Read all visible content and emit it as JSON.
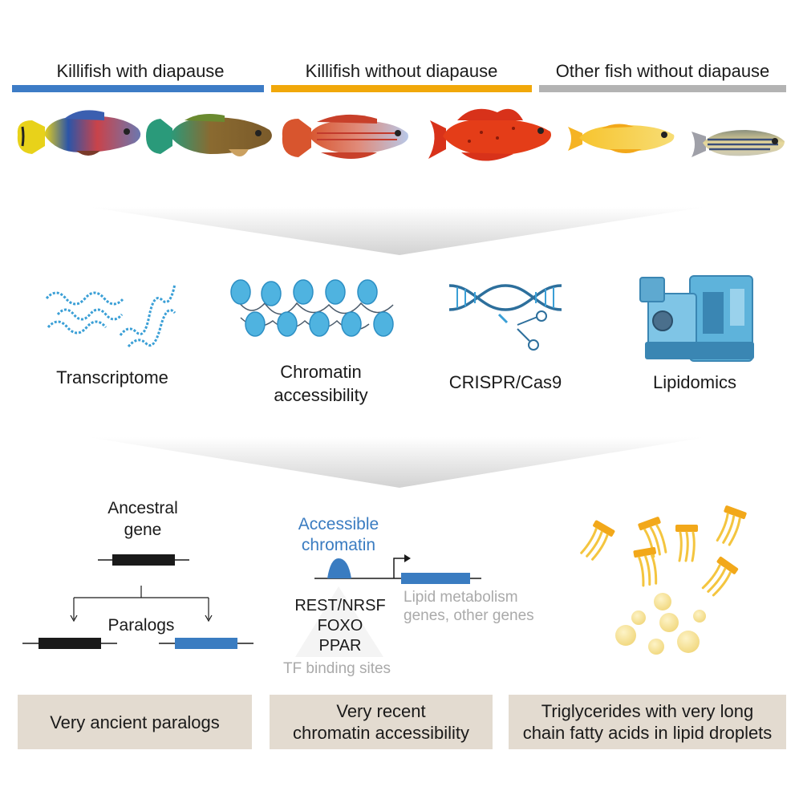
{
  "groups": [
    {
      "label": "Killifish with diapause",
      "color": "#3d7cc6"
    },
    {
      "label": "Killifish without diapause",
      "color": "#f1a80a"
    },
    {
      "label": "Other fish without diapause",
      "color": "#b3b3b3"
    }
  ],
  "methods": {
    "transcriptome": "Transcriptome",
    "chromatin_line1": "Chromatin",
    "chromatin_line2": "accessibility",
    "crispr": "CRISPR/Cas9",
    "lipidomics": "Lipidomics"
  },
  "paralogs": {
    "ancestral_line1": "Ancestral",
    "ancestral_line2": "gene",
    "paralogs_label": "Paralogs"
  },
  "chromatin_panel": {
    "accessible_line1": "Accessible",
    "accessible_line2": "chromatin",
    "tf1": "REST/NRSF",
    "tf2": "FOXO",
    "tf3": "PPAR",
    "tf_sites": "TF binding sites",
    "genes_line1": "Lipid metabolism",
    "genes_line2": "genes, other genes"
  },
  "conclusions": {
    "box1": "Very ancient paralogs",
    "box2_line1": "Very recent",
    "box2_line2": "chromatin accessibility",
    "box3_line1": "Triglycerides with very long",
    "box3_line2": "chain fatty acids in lipid droplets"
  },
  "colors": {
    "accent_blue": "#3a7cc1",
    "icon_blue": "#3a9fd6",
    "lipid_yellow": "#f4c53f",
    "box_bg": "#e3dbd0"
  }
}
